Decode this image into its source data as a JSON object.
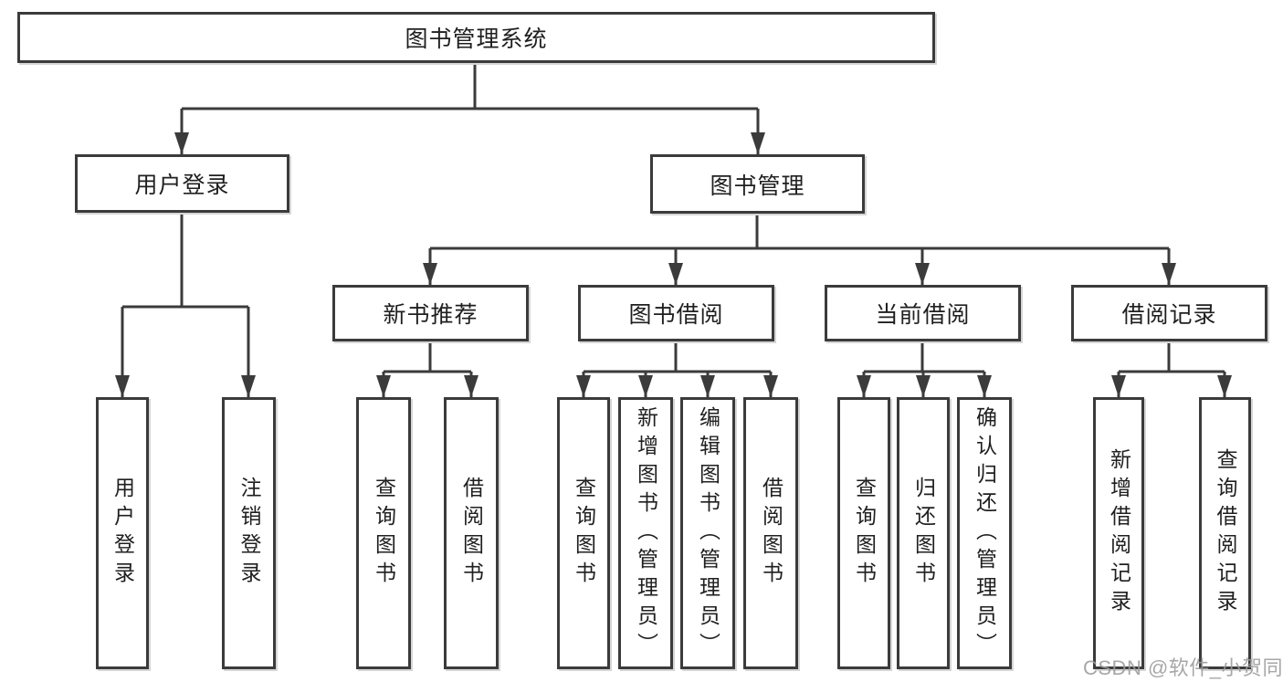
{
  "tree": {
    "root": "图书管理系统",
    "level2": [
      "用户登录",
      "图书管理"
    ],
    "level3": [
      "新书推荐",
      "图书借阅",
      "当前借阅",
      "借阅记录"
    ],
    "leaves": {
      "user_login": [
        "用户登录",
        "注销登录"
      ],
      "new_book": [
        "查询图书",
        "借阅图书"
      ],
      "book_borrow": [
        "查询图书",
        "新增图书（管理员）",
        "编辑图书（管理员）",
        "借阅图书"
      ],
      "current_borrow": [
        "查询图书",
        "归还图书",
        "确认归还（管理员）"
      ],
      "records": [
        "新增借阅记录",
        "查询借阅记录"
      ]
    }
  },
  "watermark": "CSDN @软件_小贺同学",
  "colors": {
    "line": "#3b3b3b",
    "text": "#1f1f1f",
    "watermark": "#9c9c9c",
    "background": "#ffffff"
  }
}
